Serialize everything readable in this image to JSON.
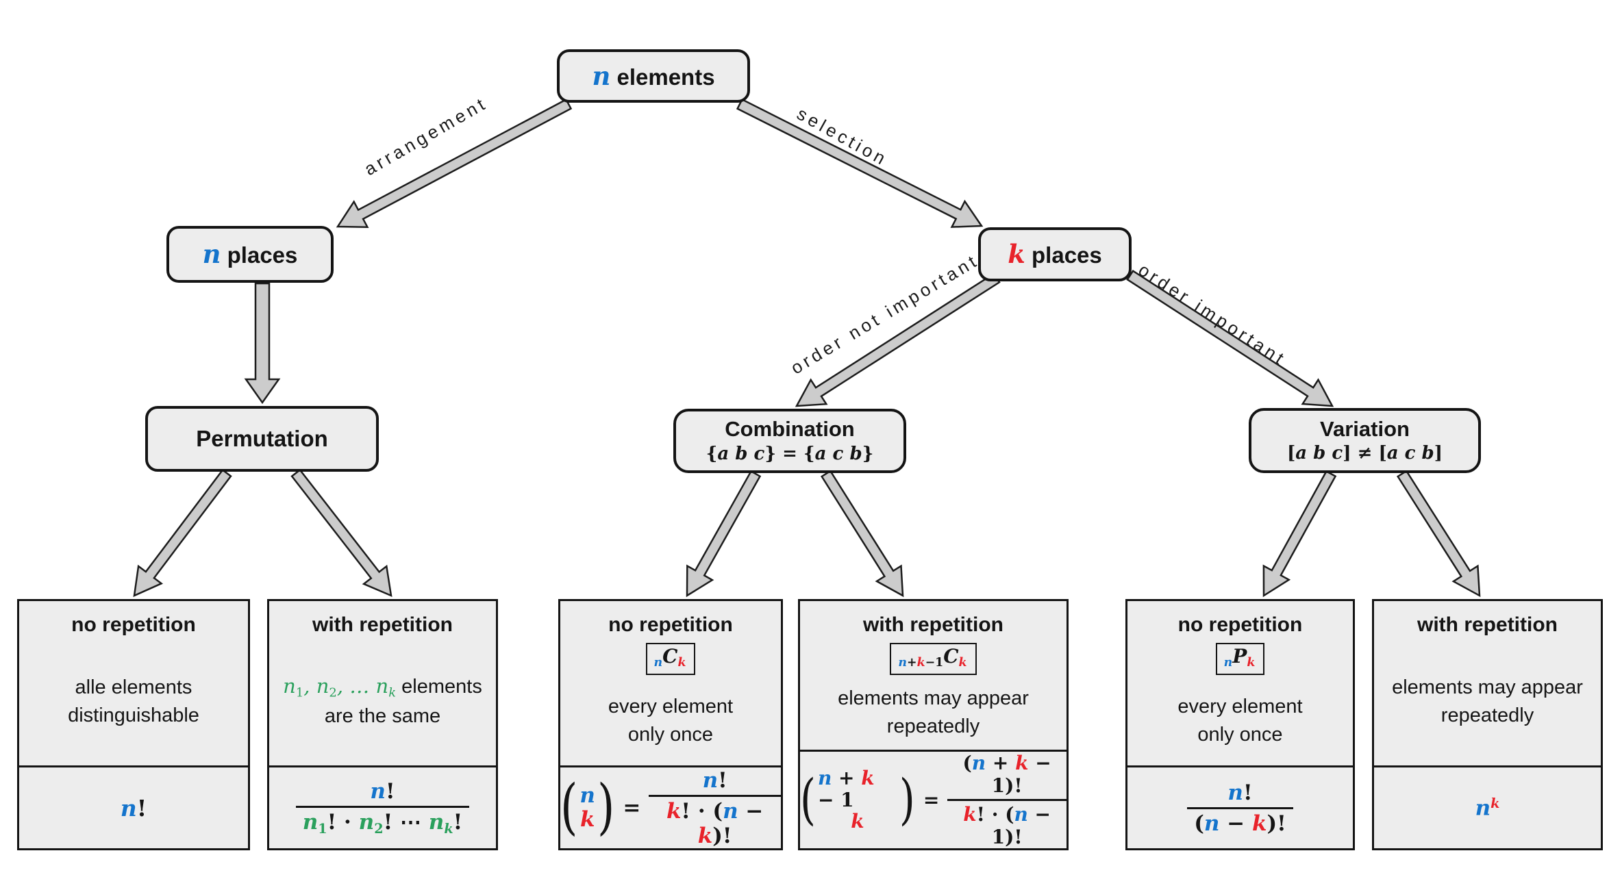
{
  "palette": {
    "blue": "#1474cc",
    "red": "#e8222a",
    "green": "#2aa05c",
    "box_fill": "#ededed",
    "arrow_fill": "#cccccc",
    "border": "#141414"
  },
  "nodes": {
    "root": {
      "title": [
        {
          "t": "n",
          "c": "b"
        },
        {
          "t": " elements",
          "c": "tb"
        }
      ]
    },
    "n_places": {
      "title": [
        {
          "t": "n",
          "c": "b"
        },
        {
          "t": " places",
          "c": "tb"
        }
      ]
    },
    "k_places": {
      "title": [
        {
          "t": "k",
          "c": "r"
        },
        {
          "t": " places",
          "c": "tb"
        }
      ]
    },
    "permutation": {
      "title": "Permutation"
    },
    "combination": {
      "title": "Combination",
      "note": [
        {
          "t": "{",
          "c": "k"
        },
        {
          "t": "a b c",
          "c": "ki"
        },
        {
          "t": "} = {",
          "c": "k"
        },
        {
          "t": "a c b",
          "c": "ki"
        },
        {
          "t": "}",
          "c": "k"
        }
      ]
    },
    "variation": {
      "title": "Variation",
      "note": [
        {
          "t": "[",
          "c": "k"
        },
        {
          "t": "a b c",
          "c": "ki"
        },
        {
          "t": "] ≠ [",
          "c": "k"
        },
        {
          "t": "a c b",
          "c": "ki"
        },
        {
          "t": "]",
          "c": "k"
        }
      ]
    }
  },
  "edges": {
    "arrangement": "arrangement",
    "selection": "selection",
    "order_not_important": "order not important",
    "order_important": "order important"
  },
  "leaves": [
    {
      "header": "no repetition",
      "body": [
        [
          {
            "t": "alle elements",
            "c": "t"
          }
        ],
        [
          {
            "t": "distinguishable",
            "c": "t"
          }
        ]
      ],
      "formula": {
        "run": [
          {
            "t": "n",
            "c": "b"
          },
          {
            "t": "!",
            "c": "k"
          }
        ]
      }
    },
    {
      "header": "with repetition",
      "body": [
        [
          {
            "t": "n",
            "c": "g"
          },
          {
            "t": "1",
            "c": "gsub"
          },
          {
            "t": ", ",
            "c": "g"
          },
          {
            "t": "n",
            "c": "g"
          },
          {
            "t": "2",
            "c": "gsub"
          },
          {
            "t": ", … ",
            "c": "g"
          },
          {
            "t": "n",
            "c": "g"
          },
          {
            "t": "k",
            "c": "gsubi"
          },
          {
            "t": " elements",
            "c": "t"
          }
        ],
        [
          {
            "t": "are the same",
            "c": "t"
          }
        ]
      ],
      "formula": {
        "num": [
          {
            "t": "n",
            "c": "b"
          },
          {
            "t": "!",
            "c": "k"
          }
        ],
        "den": [
          {
            "t": "n",
            "c": "g"
          },
          {
            "t": "1",
            "c": "gsub"
          },
          {
            "t": "! · ",
            "c": "k"
          },
          {
            "t": "n",
            "c": "g"
          },
          {
            "t": "2",
            "c": "gsub"
          },
          {
            "t": "! ⋯ ",
            "c": "k"
          },
          {
            "t": "n",
            "c": "g"
          },
          {
            "t": "k",
            "c": "gsubi"
          },
          {
            "t": "!",
            "c": "k"
          }
        ]
      }
    },
    {
      "header": "no repetition",
      "badge": [
        {
          "t": "n",
          "c": "bsub"
        },
        {
          "t": "C",
          "c": "ki"
        },
        {
          "t": "k",
          "c": "rsub"
        }
      ],
      "body": [
        [
          {
            "t": "every element",
            "c": "t"
          }
        ],
        [
          {
            "t": "only once",
            "c": "t"
          }
        ]
      ],
      "formula": {
        "binom_top": [
          {
            "t": "n",
            "c": "b"
          }
        ],
        "binom_bottom": [
          {
            "t": "k",
            "c": "r"
          }
        ],
        "eq": "=",
        "num": [
          {
            "t": "n",
            "c": "b"
          },
          {
            "t": "!",
            "c": "k"
          }
        ],
        "den": [
          {
            "t": "k",
            "c": "r"
          },
          {
            "t": "! · (",
            "c": "k"
          },
          {
            "t": "n",
            "c": "b"
          },
          {
            "t": " − ",
            "c": "k"
          },
          {
            "t": "k",
            "c": "r"
          },
          {
            "t": ")!",
            "c": "k"
          }
        ]
      }
    },
    {
      "header": "with repetition",
      "badge": [
        {
          "t": "n",
          "c": "bsub"
        },
        {
          "t": "+",
          "c": "ksub"
        },
        {
          "t": "k",
          "c": "rsub"
        },
        {
          "t": "−1",
          "c": "ksub"
        },
        {
          "t": "C",
          "c": "ki"
        },
        {
          "t": "k",
          "c": "rsub"
        }
      ],
      "body": [
        [
          {
            "t": "elements may appear",
            "c": "t"
          }
        ],
        [
          {
            "t": "repeatedly",
            "c": "t"
          }
        ]
      ],
      "formula": {
        "binom_top": [
          {
            "t": "n",
            "c": "b"
          },
          {
            "t": " + ",
            "c": "k"
          },
          {
            "t": "k",
            "c": "r"
          },
          {
            "t": " − 1",
            "c": "k"
          }
        ],
        "binom_bottom": [
          {
            "t": "k",
            "c": "r"
          }
        ],
        "eq": "=",
        "num": [
          {
            "t": "(",
            "c": "k"
          },
          {
            "t": "n",
            "c": "b"
          },
          {
            "t": " + ",
            "c": "k"
          },
          {
            "t": "k",
            "c": "r"
          },
          {
            "t": " − 1",
            "c": "k"
          },
          {
            "t": ")!",
            "c": "k"
          }
        ],
        "den": [
          {
            "t": "k",
            "c": "r"
          },
          {
            "t": "! · (",
            "c": "k"
          },
          {
            "t": "n",
            "c": "b"
          },
          {
            "t": " − 1",
            "c": "k"
          },
          {
            "t": ")!",
            "c": "k"
          }
        ]
      }
    },
    {
      "header": "no repetition",
      "badge": [
        {
          "t": "n",
          "c": "bsub"
        },
        {
          "t": "P",
          "c": "ki"
        },
        {
          "t": "k",
          "c": "rsub"
        }
      ],
      "body": [
        [
          {
            "t": "every element",
            "c": "t"
          }
        ],
        [
          {
            "t": "only once",
            "c": "t"
          }
        ]
      ],
      "formula": {
        "num": [
          {
            "t": "n",
            "c": "b"
          },
          {
            "t": "!",
            "c": "k"
          }
        ],
        "den": [
          {
            "t": "(",
            "c": "k"
          },
          {
            "t": "n",
            "c": "b"
          },
          {
            "t": " − ",
            "c": "k"
          },
          {
            "t": "k",
            "c": "r"
          },
          {
            "t": ")!",
            "c": "k"
          }
        ]
      }
    },
    {
      "header": "with repetition",
      "body": [
        [
          {
            "t": "elements may appear",
            "c": "t"
          }
        ],
        [
          {
            "t": "repeatedly",
            "c": "t"
          }
        ]
      ],
      "formula": {
        "run": [
          {
            "t": "n",
            "c": "b"
          },
          {
            "t": "k",
            "c": "rsup"
          }
        ]
      }
    }
  ]
}
